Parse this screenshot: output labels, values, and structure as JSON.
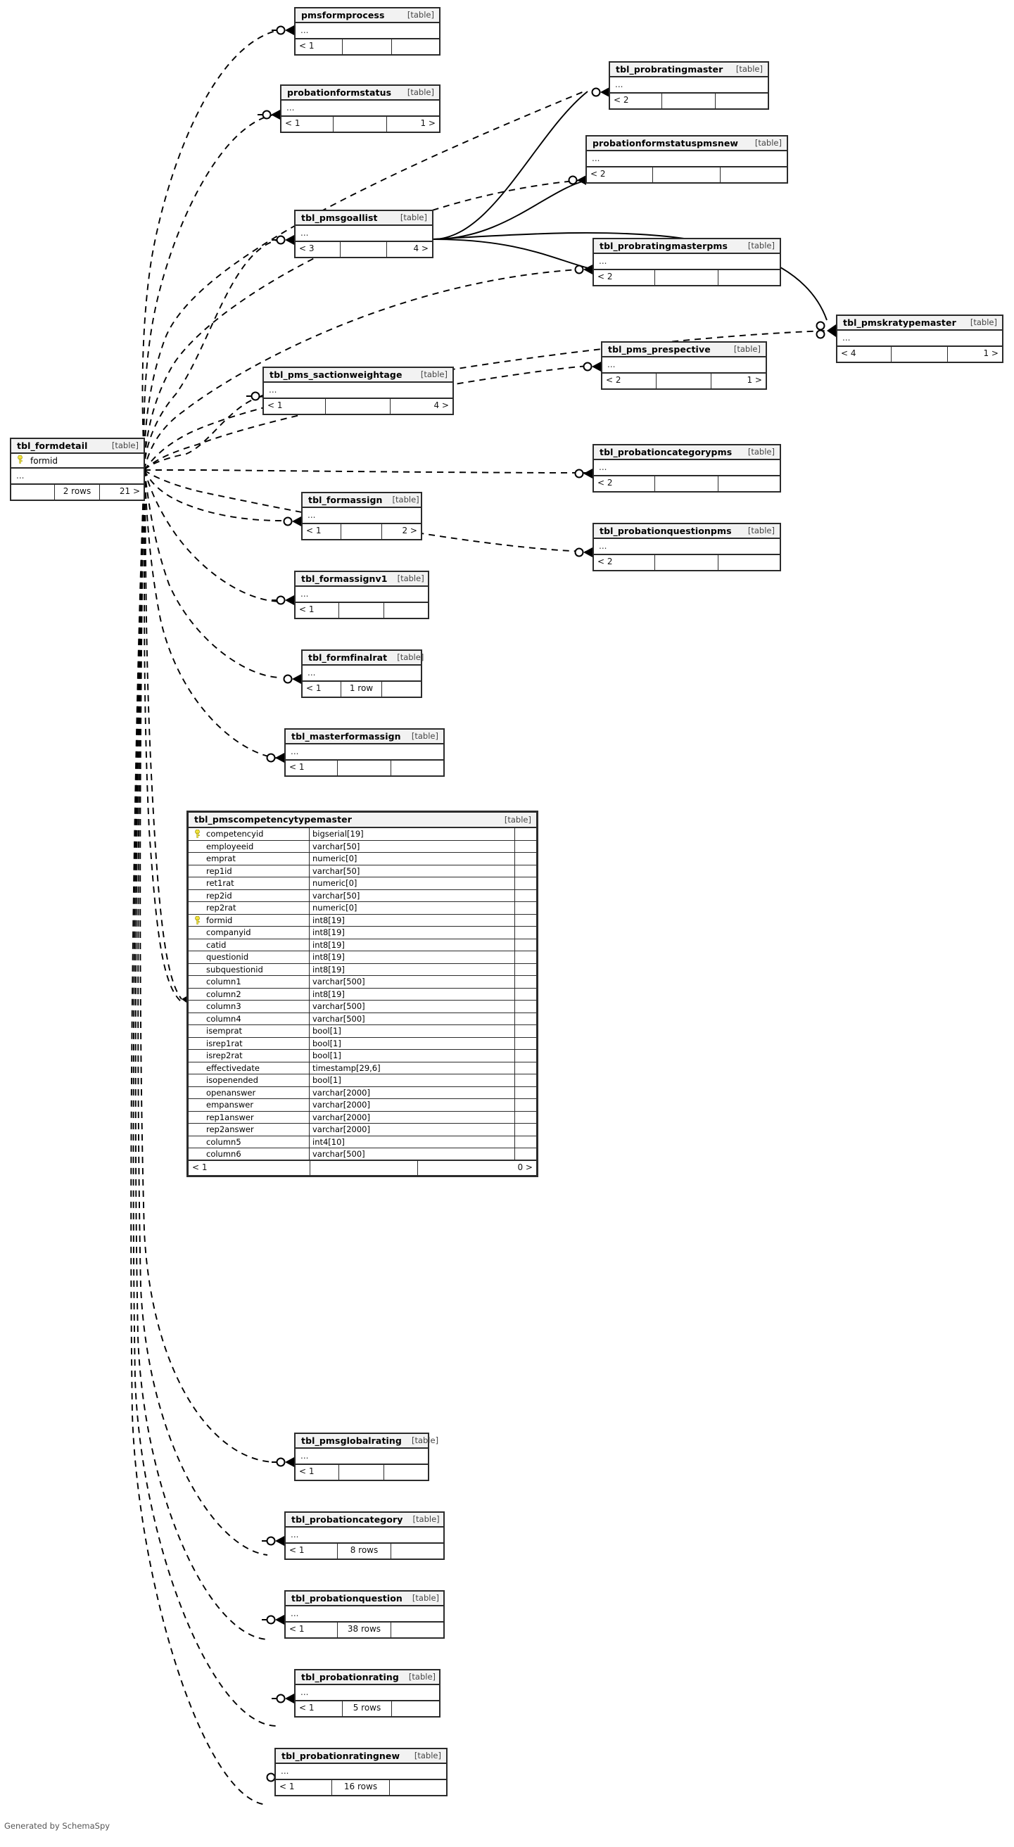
{
  "diagram": {
    "generator_note": "Generated by SchemaSpy",
    "type_label": "[table]",
    "ellipsis": "...",
    "key_icon": "primary-key-icon"
  },
  "focus_table": {
    "name": "tbl_formdetail",
    "type": "[table]",
    "pk_column": "formid",
    "ellipsis": "...",
    "parents": "",
    "rows": "2 rows",
    "children": "21 >"
  },
  "detail_table": {
    "name": "tbl_pmscompetencytypemaster",
    "type": "[table]",
    "columns": [
      {
        "name": "competencyid",
        "type": "bigserial[19]",
        "pk": true
      },
      {
        "name": "employeeid",
        "type": "varchar[50]",
        "pk": false
      },
      {
        "name": "emprat",
        "type": "numeric[0]",
        "pk": false
      },
      {
        "name": "rep1id",
        "type": "varchar[50]",
        "pk": false
      },
      {
        "name": "ret1rat",
        "type": "numeric[0]",
        "pk": false
      },
      {
        "name": "rep2id",
        "type": "varchar[50]",
        "pk": false
      },
      {
        "name": "rep2rat",
        "type": "numeric[0]",
        "pk": false
      },
      {
        "name": "formid",
        "type": "int8[19]",
        "pk": true
      },
      {
        "name": "companyid",
        "type": "int8[19]",
        "pk": false
      },
      {
        "name": "catid",
        "type": "int8[19]",
        "pk": false
      },
      {
        "name": "questionid",
        "type": "int8[19]",
        "pk": false
      },
      {
        "name": "subquestionid",
        "type": "int8[19]",
        "pk": false
      },
      {
        "name": "column1",
        "type": "varchar[500]",
        "pk": false
      },
      {
        "name": "column2",
        "type": "int8[19]",
        "pk": false
      },
      {
        "name": "column3",
        "type": "varchar[500]",
        "pk": false
      },
      {
        "name": "column4",
        "type": "varchar[500]",
        "pk": false
      },
      {
        "name": "isemprat",
        "type": "bool[1]",
        "pk": false
      },
      {
        "name": "isrep1rat",
        "type": "bool[1]",
        "pk": false
      },
      {
        "name": "isrep2rat",
        "type": "bool[1]",
        "pk": false
      },
      {
        "name": "effectivedate",
        "type": "timestamp[29,6]",
        "pk": false
      },
      {
        "name": "isopenended",
        "type": "bool[1]",
        "pk": false
      },
      {
        "name": "openanswer",
        "type": "varchar[2000]",
        "pk": false
      },
      {
        "name": "empanswer",
        "type": "varchar[2000]",
        "pk": false
      },
      {
        "name": "rep1answer",
        "type": "varchar[2000]",
        "pk": false
      },
      {
        "name": "rep2answer",
        "type": "varchar[2000]",
        "pk": false
      },
      {
        "name": "column5",
        "type": "int4[10]",
        "pk": false
      },
      {
        "name": "column6",
        "type": "varchar[500]",
        "pk": false
      }
    ],
    "footer": {
      "parents": "< 1",
      "rows": "",
      "children": "0 >"
    }
  },
  "tables": [
    {
      "id": "pmsformprocess",
      "name": "pmsformprocess",
      "type": "[table]",
      "parents": "< 1",
      "rows": "",
      "children": ""
    },
    {
      "id": "probationformstatus",
      "name": "probationformstatus",
      "type": "[table]",
      "parents": "< 1",
      "rows": "",
      "children": "1 >"
    },
    {
      "id": "tbl_probratingmaster",
      "name": "tbl_probratingmaster",
      "type": "[table]",
      "parents": "< 2",
      "rows": "",
      "children": ""
    },
    {
      "id": "probationformstatuspmsnew",
      "name": "probationformstatuspmsnew",
      "type": "[table]",
      "parents": "< 2",
      "rows": "",
      "children": ""
    },
    {
      "id": "tbl_pmsgoallist",
      "name": "tbl_pmsgoallist",
      "type": "[table]",
      "parents": "< 3",
      "rows": "",
      "children": "4 >"
    },
    {
      "id": "tbl_probratingmasterpms",
      "name": "tbl_probratingmasterpms",
      "type": "[table]",
      "parents": "< 2",
      "rows": "",
      "children": ""
    },
    {
      "id": "tbl_pmskratypemaster",
      "name": "tbl_pmskratypemaster",
      "type": "[table]",
      "parents": "< 4",
      "rows": "",
      "children": "1 >"
    },
    {
      "id": "tbl_pms_prespective",
      "name": "tbl_pms_prespective",
      "type": "[table]",
      "parents": "< 2",
      "rows": "",
      "children": "1 >"
    },
    {
      "id": "tbl_pms_sactionweightage",
      "name": "tbl_pms_sactionweightage",
      "type": "[table]",
      "parents": "< 1",
      "rows": "",
      "children": "4 >"
    },
    {
      "id": "tbl_probationcategorypms",
      "name": "tbl_probationcategorypms",
      "type": "[table]",
      "parents": "< 2",
      "rows": "",
      "children": ""
    },
    {
      "id": "tbl_probationquestionpms",
      "name": "tbl_probationquestionpms",
      "type": "[table]",
      "parents": "< 2",
      "rows": "",
      "children": ""
    },
    {
      "id": "tbl_formassign",
      "name": "tbl_formassign",
      "type": "[table]",
      "parents": "< 1",
      "rows": "",
      "children": "2 >"
    },
    {
      "id": "tbl_formassignv1",
      "name": "tbl_formassignv1",
      "type": "[table]",
      "parents": "< 1",
      "rows": "",
      "children": ""
    },
    {
      "id": "tbl_formfinalrat",
      "name": "tbl_formfinalrat",
      "type": "[table]",
      "parents": "< 1",
      "rows": "1 row",
      "children": ""
    },
    {
      "id": "tbl_masterformassign",
      "name": "tbl_masterformassign",
      "type": "[table]",
      "parents": "< 1",
      "rows": "",
      "children": ""
    },
    {
      "id": "tbl_pmsglobalrating",
      "name": "tbl_pmsglobalrating",
      "type": "[table]",
      "parents": "< 1",
      "rows": "",
      "children": ""
    },
    {
      "id": "tbl_probationcategory",
      "name": "tbl_probationcategory",
      "type": "[table]",
      "parents": "< 1",
      "rows": "8 rows",
      "children": ""
    },
    {
      "id": "tbl_probationquestion",
      "name": "tbl_probationquestion",
      "type": "[table]",
      "parents": "< 1",
      "rows": "38 rows",
      "children": ""
    },
    {
      "id": "tbl_probationrating",
      "name": "tbl_probationrating",
      "type": "[table]",
      "parents": "< 1",
      "rows": "5 rows",
      "children": ""
    },
    {
      "id": "tbl_probationratingnew",
      "name": "tbl_probationratingnew",
      "type": "[table]",
      "parents": "< 1",
      "rows": "16 rows",
      "children": ""
    }
  ],
  "colors": {
    "border": "#2b2b2b",
    "header_bg": "#f2f2f2",
    "key_yellow": "#f2e33c",
    "edge": "#000000",
    "note_text": "#555555"
  }
}
